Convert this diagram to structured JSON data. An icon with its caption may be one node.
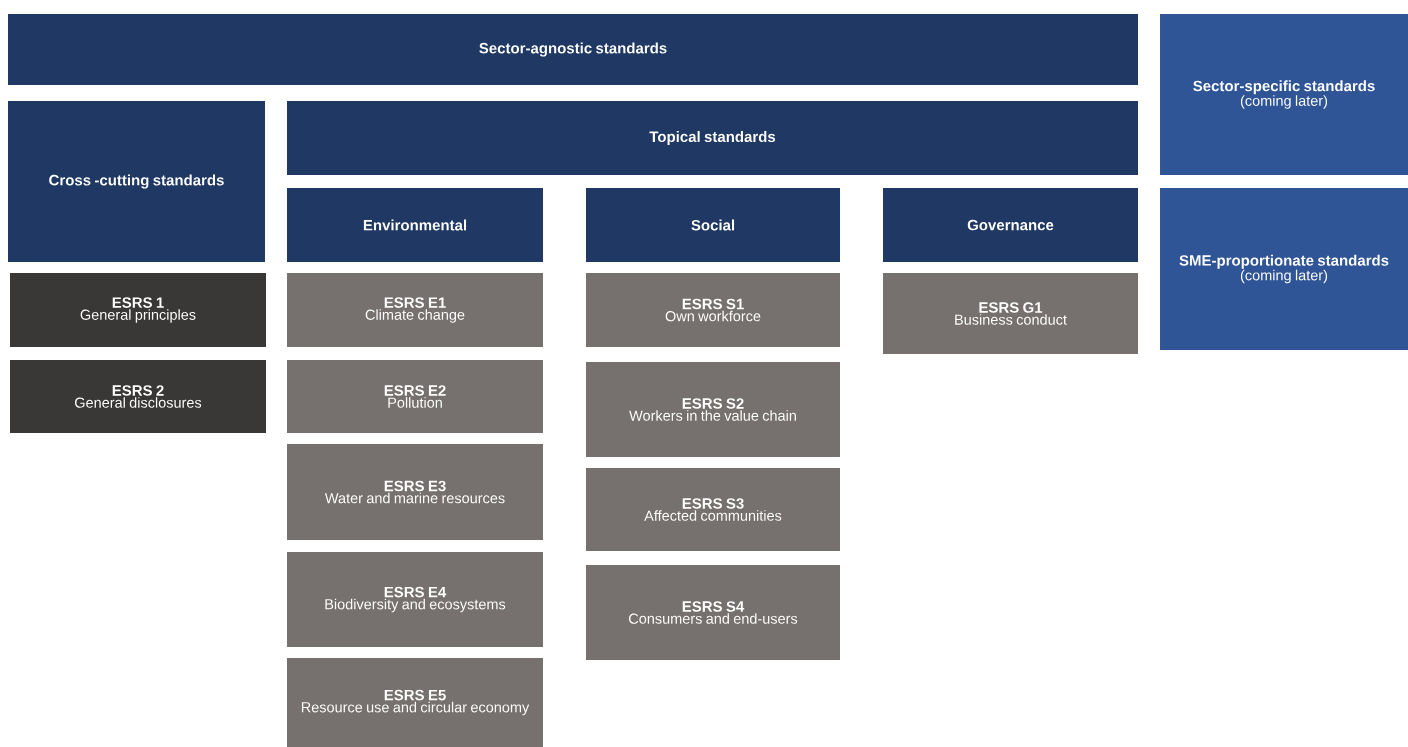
{
  "diagram": {
    "nodes": [
      {
        "text": [
          "Sector-agnostic standards"
        ]
      },
      {
        "text": [
          "Sector-specific standards",
          "(coming later)"
        ]
      },
      {
        "text": [
          "Cross -cutting standards"
        ]
      },
      {
        "text": [
          "Topical standards"
        ]
      },
      {
        "text": [
          "SME-proportionate standards",
          "(coming later)"
        ]
      },
      {
        "text": [
          "Environmental"
        ]
      },
      {
        "text": [
          "Social"
        ]
      },
      {
        "text": [
          "Governance"
        ]
      },
      {
        "text": [
          "ESRS 1",
          "General principles"
        ]
      },
      {
        "text": [
          "ESRS 2",
          "General disclosures"
        ]
      },
      {
        "text": [
          "ESRS E1",
          "Climate change"
        ]
      },
      {
        "text": [
          "ESRS E2",
          "Pollution"
        ]
      },
      {
        "text": [
          "ESRS E3",
          "Water and marine resources"
        ]
      },
      {
        "text": [
          "ESRS E4",
          "Biodiversity and ecosystems"
        ]
      },
      {
        "text": [
          "ESRS E5",
          "Resource use and circular economy"
        ]
      },
      {
        "text": [
          "ESRS S1",
          "Own workforce"
        ]
      },
      {
        "text": [
          "ESRS S2",
          "Workers in the value chain"
        ]
      },
      {
        "text": [
          "ESRS S3",
          "Affected communities"
        ]
      },
      {
        "text": [
          "ESRS S4",
          "Consumers and end-users"
        ]
      },
      {
        "text": [
          "ESRS G1",
          "Business conduct"
        ]
      }
    ]
  }
}
